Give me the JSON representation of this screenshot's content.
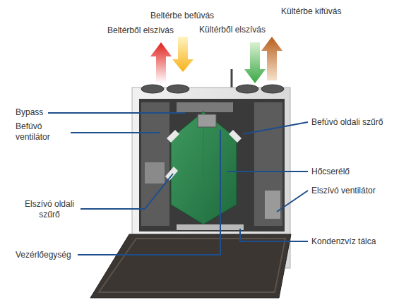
{
  "diagram": {
    "labels": [
      "Beltérbe befúvás",
      "Kültérbe kifúvás",
      "Beltérből elszívás",
      "Kültérből elszívás",
      "Bypass",
      "Befúvó ventilátor",
      "Elszívó oldali szűrő",
      "Vezérlőegység",
      "Befúvó oldali szűrő",
      "Hőcserélő",
      "Elszívó ventilátor",
      "Kondenzvíz tálca"
    ]
  }
}
